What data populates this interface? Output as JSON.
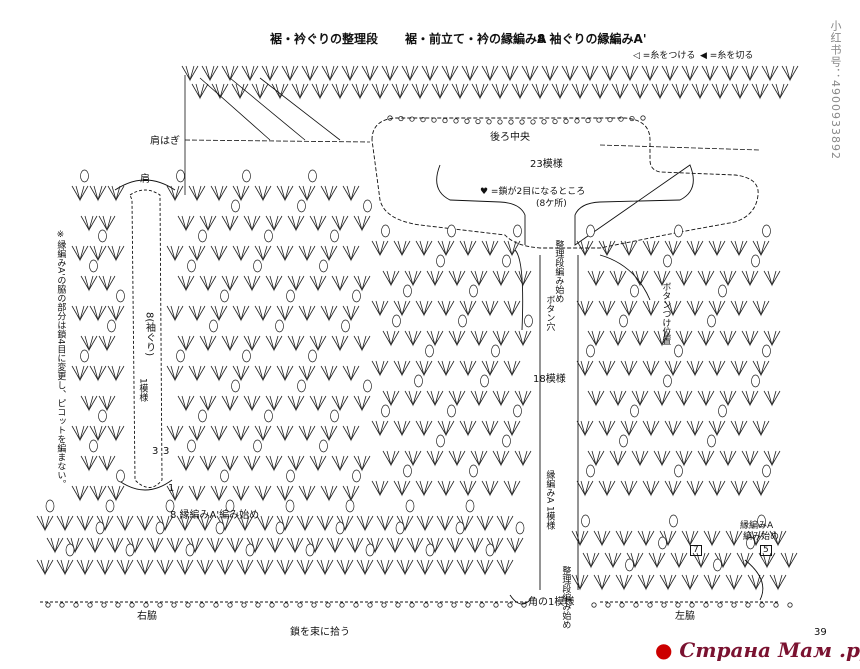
{
  "title": {
    "part1": "裾・衿ぐりの整理段",
    "part2": "裾・前立て・衿の縁編みA",
    "part3": "8 袖ぐりの縁編みA'"
  },
  "legend": {
    "attach": "◁ =糸をつける",
    "cut": "◀ =糸を切る"
  },
  "labels": {
    "shoulder_seam": "肩はぎ",
    "back_center": "後ろ中央",
    "rep23": "23模様",
    "heart_note": "♥ =鎖が2目になるところ",
    "heart_count": "(8ケ所)",
    "shoulder": "肩",
    "sleeve": "8(袖ぐり)",
    "one_rep": "1模様",
    "num3a": "3",
    "num3b": "3",
    "num1": "1",
    "sleeve_start": "8 縁編みA'編み始め",
    "right_side": "右脇",
    "pickup": "鎖を束に拾う",
    "corner": "角の1模様",
    "left_side": "左脇",
    "edgeA_start1": "縁編みA",
    "edgeA_start2": "編み始め",
    "box7": "7",
    "box5": "5",
    "rep18": "18模様",
    "finishing_start_top": "整理段編み始め",
    "buttonhole": "ボタン穴",
    "button_pos": "ボタンつけ位置",
    "edgeA_rep": "縁編みA 1模様",
    "finishing_start_bottom": "整理段編み始め",
    "side_note": "※縁編みA'の脇の部分は鎖4目に変更し、ピコットを編まない。",
    "page_num": "39",
    "side_id": "小红书号：4900933892"
  },
  "watermark": {
    "text": "Страна Мам",
    "suffix": ".ру",
    "dot": "●"
  }
}
